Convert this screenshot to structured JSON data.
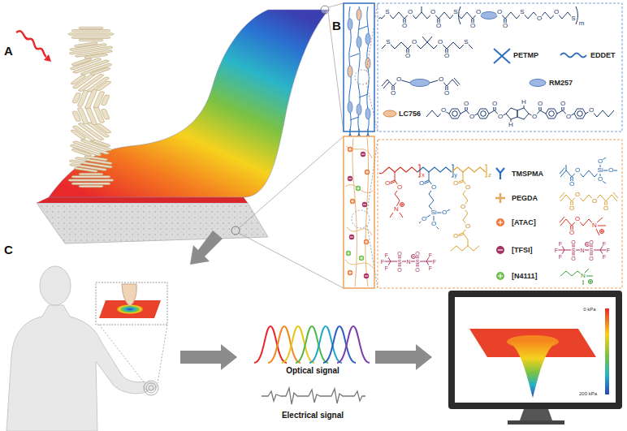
{
  "diagram": {
    "labels": [
      "A",
      "B",
      "C",
      "S",
      "O",
      "O",
      "O",
      "O",
      "S",
      "O",
      "O",
      "O",
      "O",
      "S",
      "O",
      "O",
      "S",
      "m",
      "S",
      "O",
      "O",
      "O",
      "O",
      "S",
      "O",
      "O",
      "O",
      "O",
      "O",
      "O",
      "O",
      "O",
      "O",
      "H",
      "H",
      "O",
      "O",
      "O",
      "O",
      "O",
      "x",
      "y",
      "z",
      "O",
      "O",
      "N",
      "O",
      "O",
      "Si",
      "O",
      "O",
      "O",
      "O",
      "O",
      "O",
      "O",
      "O",
      "F",
      "F",
      "F",
      "S",
      "O",
      "O",
      "N",
      "S",
      "O",
      "O",
      "F",
      "F",
      "F",
      "O",
      "O",
      "Si",
      "O",
      "O",
      "O",
      "O",
      "O",
      "O",
      "O",
      "O",
      "O",
      "N",
      "F",
      "F",
      "F",
      "S",
      "O",
      "O",
      "N",
      "S",
      "O",
      "O",
      "F",
      "F",
      "F",
      "N",
      "Optical signal",
      "Electrical signal",
      "0 kPa",
      "200 kPa"
    ],
    "legend": [
      {
        "text": "PETMP"
      },
      {
        "text": "EDDET"
      },
      {
        "text": "RM257"
      },
      {
        "text": "LC756"
      },
      {
        "text": "TMSPMA"
      },
      {
        "text": "PEGDA"
      },
      {
        "text": "[ATAC]"
      },
      {
        "text": "[TFSI]"
      },
      {
        "text": "[N4111]"
      }
    ]
  }
}
